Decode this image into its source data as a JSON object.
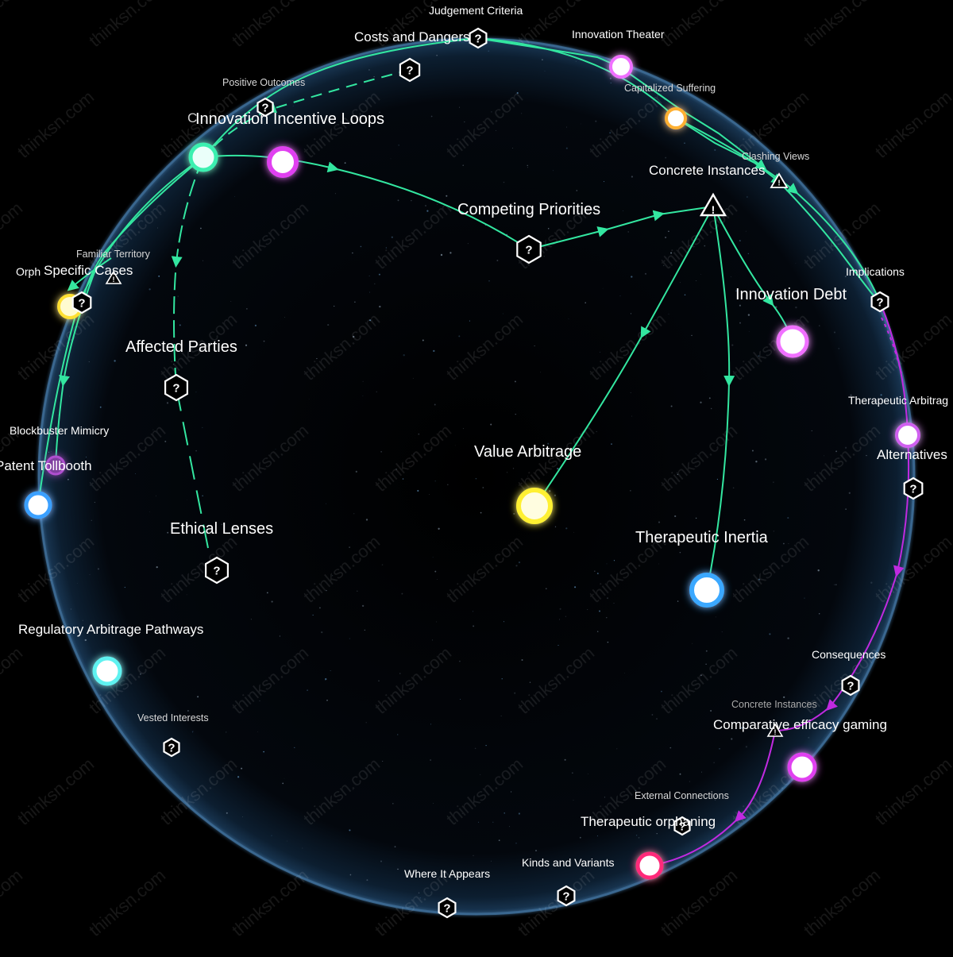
{
  "colors": {
    "green_link": "#33e6a0",
    "purple_link": "#c02ae0",
    "yellow": "#ffef3a",
    "magenta": "#f070ff",
    "cyan": "#5ff2f0",
    "blue": "#3aa8ff",
    "orange": "#ffc040",
    "pink": "#ff3a8a",
    "teal": "#50ffd0"
  },
  "watermark": "thinksn.com",
  "nodes": {
    "judgement_criteria": "Judgement Criteria",
    "costs_and_dangers": "Costs and Dangers",
    "innovation_theater": "Innovation Theater",
    "positive_outcomes": "Positive Outcomes",
    "capitalized_suffering": "Capitalized Suffering",
    "innovation_incentive_loops": "Innovation Incentive Loops",
    "innovation_incentive_loops_prefix": "C",
    "clashing_views": "Clashing Views",
    "concrete_instances_top": "Concrete Instances",
    "competing_priorities": "Competing Priorities",
    "familiar_territory": "Familiar Territory",
    "specific_cases": "Specific Cases",
    "specific_cases_prefix": "Orph",
    "implications": "Implications",
    "innovation_debt": "Innovation Debt",
    "affected_parties": "Affected Parties",
    "therapeutic_arbitrage": "Therapeutic Arbitrag",
    "alternatives": "Alternatives",
    "blockbuster_mimicry": "Blockbuster Mimicry",
    "patent_tollbooth": "Patent Tollbooth",
    "value_arbitrage": "Value Arbitrage",
    "ethical_lenses": "Ethical Lenses",
    "therapeutic_inertia": "Therapeutic Inertia",
    "regulatory_arbitrage_pathways": "Regulatory Arbitrage Pathways",
    "consequences": "Consequences",
    "concrete_instances_bottom": "Concrete Instances",
    "comparative_efficacy_gaming": "Comparative efficacy gaming",
    "vested_interests": "Vested Interests",
    "external_connections": "External Connections",
    "therapeutic_orphaning": "Therapeutic orphaning",
    "kinds_and_variants": "Kinds and Variants",
    "where_it_appears": "Where It Appears"
  }
}
